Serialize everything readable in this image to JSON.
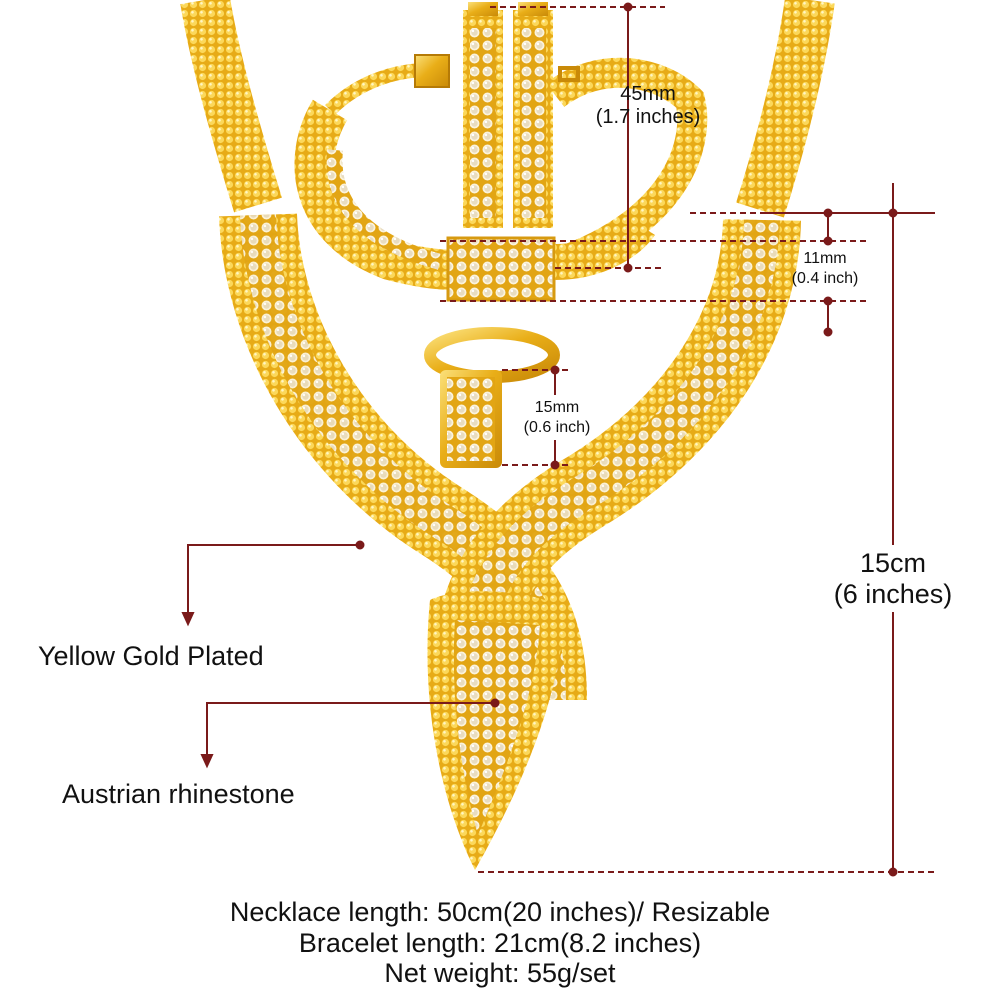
{
  "image_title": "",
  "product": {
    "items": [
      "necklace",
      "bracelet",
      "earrings",
      "ring"
    ],
    "material_color": "#e8b21c",
    "stone_color": "#fff6dc"
  },
  "dimensions": {
    "earring": {
      "metric": "45mm",
      "imperial": "(1.7 inches)"
    },
    "bracelet_width": {
      "metric": "11mm",
      "imperial": "(0.4 inch)"
    },
    "ring_face": {
      "metric": "15mm",
      "imperial": "(0.6 inch)"
    },
    "pendant_drop": {
      "metric": "15cm",
      "imperial": "(6 inches)"
    }
  },
  "callouts": {
    "plating": "Yellow Gold Plated",
    "stone": "Austrian rhinestone"
  },
  "specs": {
    "necklace": "Necklace length: 50cm(20 inches)/ Resizable",
    "bracelet": "Bracelet length: 21cm(8.2 inches)",
    "weight": "Net weight: 55g/set"
  },
  "colors": {
    "dimension_line": "#7a1a1a",
    "text": "#111111",
    "background": "#ffffff"
  }
}
